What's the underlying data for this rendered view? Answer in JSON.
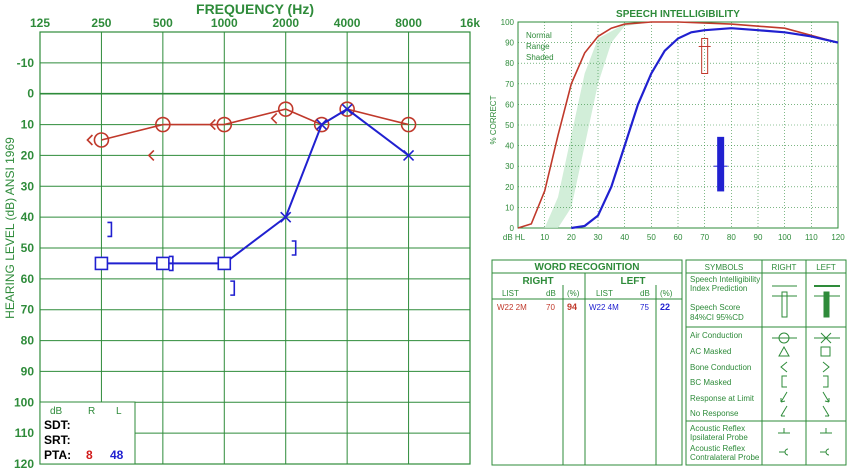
{
  "chart_data": [
    {
      "type": "line",
      "title": "FREQUENCY (Hz)",
      "ylabel": "HEARING LEVEL (dB) ANSI 1969",
      "x_ticks": [
        "125",
        "250",
        "500",
        "1000",
        "2000",
        "4000",
        "8000",
        "16k"
      ],
      "y_ticks": [
        "-10",
        "0",
        "10",
        "20",
        "30",
        "40",
        "50",
        "60",
        "70",
        "80",
        "90",
        "100",
        "110",
        "120"
      ],
      "ylim": [
        -20,
        120
      ],
      "series": [
        {
          "color": "#c0392b",
          "symbol": "circle",
          "points": [
            [
              250,
              15
            ],
            [
              500,
              10
            ],
            [
              1000,
              10
            ],
            [
              2000,
              5
            ],
            [
              3000,
              10
            ],
            [
              4000,
              5
            ],
            [
              8000,
              10
            ]
          ]
        },
        {
          "color": "#2020d0",
          "symbol": "square/cross",
          "points": [
            [
              250,
              55
            ],
            [
              500,
              55
            ],
            [
              1000,
              55
            ],
            [
              2000,
              40
            ],
            [
              3000,
              10
            ],
            [
              4000,
              5
            ],
            [
              8000,
              20
            ]
          ]
        }
      ],
      "masked_bone": {
        "right": [
          [
            250,
            15
          ],
          [
            500,
            20
          ],
          [
            1000,
            10
          ],
          [
            2000,
            8
          ]
        ],
        "left": [
          [
            250,
            44
          ],
          [
            500,
            55
          ],
          [
            1000,
            63
          ],
          [
            2000,
            50
          ]
        ]
      },
      "summary": {
        "headers": [
          "dB",
          "R",
          "L"
        ],
        "rows": [
          "SDT:",
          "SRT:",
          "PTA:"
        ],
        "pta_right": "8",
        "pta_left": "48"
      }
    },
    {
      "type": "line",
      "title": "SPEECH INTELLIGIBILITY",
      "ylabel": "% CORRECT",
      "x_ticks": [
        "dB HL",
        "10",
        "20",
        "30",
        "40",
        "50",
        "60",
        "70",
        "80",
        "90",
        "100",
        "110",
        "120"
      ],
      "y_ticks": [
        "100",
        "90",
        "80",
        "70",
        "60",
        "50",
        "40",
        "30",
        "20",
        "10",
        "0"
      ],
      "xlim": [
        0,
        120
      ],
      "ylim": [
        0,
        100
      ],
      "shade_note": [
        "Normal",
        "Range",
        "Shaded"
      ],
      "series": [
        {
          "color": "#c0392b",
          "points": [
            [
              0,
              0
            ],
            [
              5,
              2
            ],
            [
              10,
              18
            ],
            [
              15,
              45
            ],
            [
              20,
              70
            ],
            [
              25,
              85
            ],
            [
              30,
              93
            ],
            [
              35,
              97
            ],
            [
              40,
              99
            ],
            [
              50,
              100
            ],
            [
              60,
              100
            ],
            [
              80,
              99
            ],
            [
              100,
              97
            ],
            [
              120,
              90
            ]
          ]
        },
        {
          "color": "#2020d0",
          "points": [
            [
              20,
              0
            ],
            [
              25,
              1
            ],
            [
              30,
              6
            ],
            [
              35,
              20
            ],
            [
              40,
              40
            ],
            [
              45,
              60
            ],
            [
              50,
              75
            ],
            [
              55,
              86
            ],
            [
              60,
              92
            ],
            [
              65,
              95
            ],
            [
              70,
              96
            ],
            [
              80,
              97
            ],
            [
              90,
              96
            ],
            [
              100,
              95
            ],
            [
              110,
              93
            ],
            [
              120,
              90
            ]
          ]
        }
      ],
      "score_markers": [
        {
          "color": "#c0392b",
          "x": 70,
          "low": 75,
          "high": 92,
          "style": "open"
        },
        {
          "color": "#2020d0",
          "x": 76,
          "low": 18,
          "high": 44,
          "mid": 30,
          "style": "filled"
        }
      ]
    }
  ],
  "word_recognition": {
    "title": "WORD RECOGNITION",
    "right_label": "RIGHT",
    "left_label": "LEFT",
    "headers": [
      "LIST",
      "dB",
      "(%)"
    ],
    "right": {
      "list": "W22 2M",
      "db": "70",
      "pct": "94"
    },
    "left": {
      "list": "W22 4M",
      "db": "75",
      "pct": "22"
    }
  },
  "symbols": {
    "headers": [
      "SYMBOLS",
      "RIGHT",
      "LEFT"
    ],
    "rows": [
      "Speech Intelligibility Index Prediction",
      "Speech Score 84%CI 95%CD",
      "Air Conduction",
      "AC Masked",
      "Bone Conduction",
      "BC Masked",
      "Response at Limit",
      "No Response",
      "Acoustic Reflex Ipsilateral Probe",
      "Acoustic Reflex Contralateral Probe"
    ]
  },
  "colors": {
    "grid": "#2e8b3a",
    "right_ear": "#c0392b",
    "left_ear": "#2020d0",
    "shade": "#b9e3bf"
  }
}
